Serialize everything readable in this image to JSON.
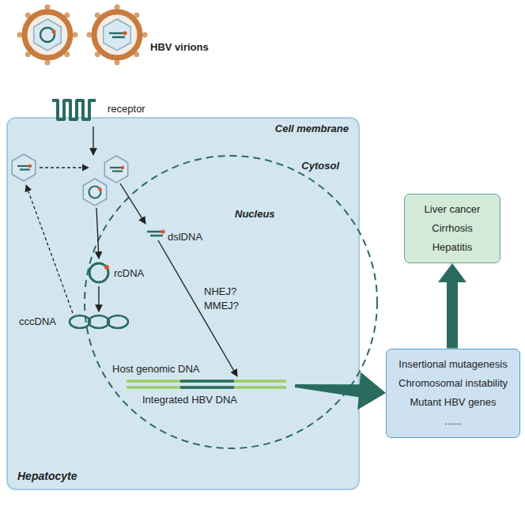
{
  "diagram": {
    "nodes": [
      {
        "text": [
          "Cell membrane",
          "Cytosol",
          "Hepatocyte"
        ]
      },
      {
        "text": [
          "Nucleus"
        ],
        "in": 0
      },
      {
        "text": [
          "Liver cancer",
          "Cirrhosis",
          "Hepatitis"
        ]
      },
      {
        "text": [
          "Insertional mutagenesis",
          "Chromosomal instability",
          "Mutant HBV genes",
          "......"
        ]
      }
    ],
    "edges": [
      {
        "from": 1,
        "to": 3,
        "arrow": "to"
      },
      {
        "from": 3,
        "to": 2,
        "arrow": "to"
      }
    ],
    "labels": [
      "HBV virions",
      "receptor",
      "dslDNA",
      "rcDNA",
      "cccDNA",
      "NHEJ? MMEJ?",
      "Host genomic DNA",
      "Integrated HBV DNA"
    ]
  }
}
